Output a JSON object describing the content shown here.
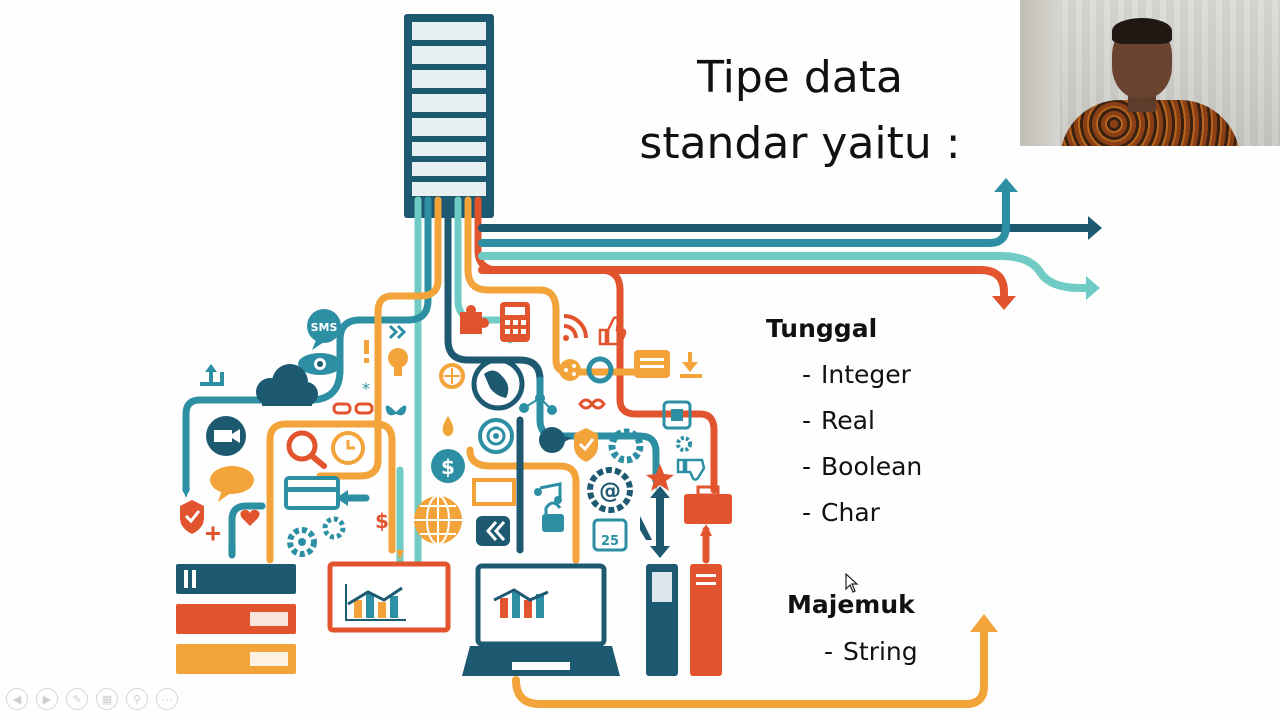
{
  "slide": {
    "title_line1": "Tipe data",
    "title_line2": "standar yaitu :",
    "groups": [
      {
        "heading": "Tunggal",
        "items": [
          "Integer",
          "Real",
          "Boolean",
          "Char"
        ]
      },
      {
        "heading": "Majemuk",
        "items": [
          "String"
        ]
      }
    ],
    "dash": "-"
  },
  "illustration": {
    "sms_label": "SMS",
    "calendar_day": "25",
    "dollar_sign": "$",
    "at_sign": "@",
    "colors": {
      "teal_dark": "#1d5a72",
      "teal": "#2d8fa3",
      "teal_light": "#6fcbc3",
      "orange": "#f2a33a",
      "red": "#e2542d"
    }
  },
  "presenter_toolbar": {
    "icons": [
      "previous-icon",
      "next-icon",
      "pen-icon",
      "slides-icon",
      "zoom-icon",
      "more-icon"
    ]
  },
  "webcam": {
    "icon": "webcam-presenter"
  }
}
